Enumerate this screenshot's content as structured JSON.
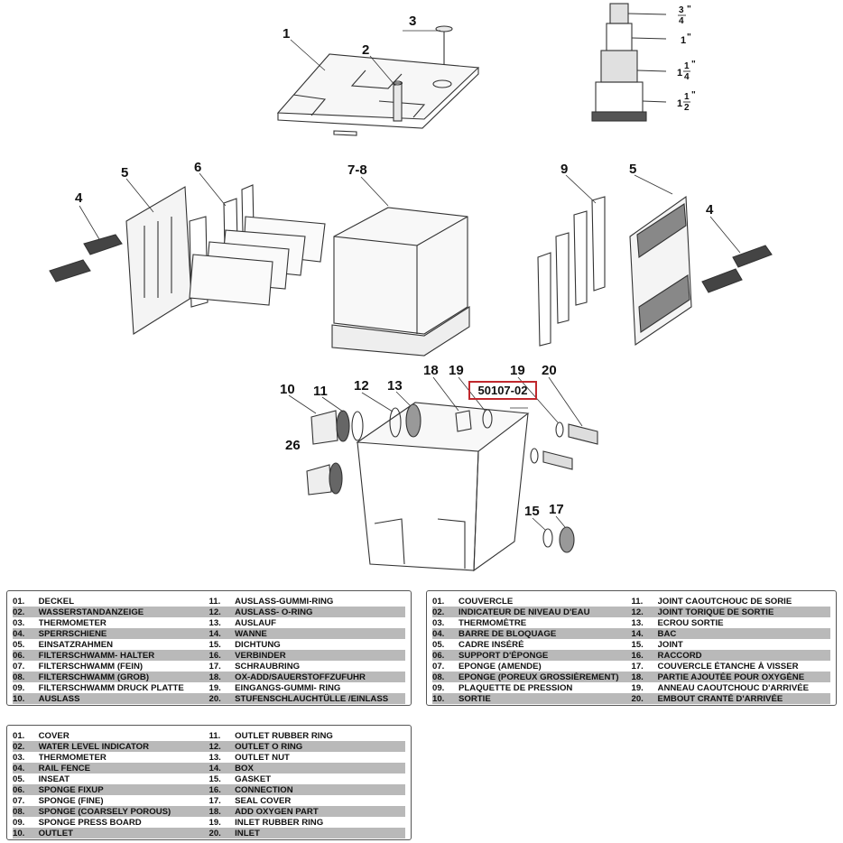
{
  "callouts": {
    "c1": "1",
    "c2": "2",
    "c3": "3",
    "c4a": "4",
    "c4b": "4",
    "c5a": "5",
    "c5b": "5",
    "c6": "6",
    "c78": "7-8",
    "c9": "9",
    "c10": "10",
    "c11": "11",
    "c12": "12",
    "c13": "13",
    "c15": "15",
    "c17": "17",
    "c18": "18",
    "c19a": "19",
    "c19b": "19",
    "c20": "20",
    "c26": "26"
  },
  "hose_sizes": [
    {
      "whole": "",
      "num": "3",
      "den": "4",
      "unit": "\""
    },
    {
      "whole": "1",
      "num": "",
      "den": "",
      "unit": "\""
    },
    {
      "whole": "1",
      "num": "1",
      "den": "4",
      "unit": "\""
    },
    {
      "whole": "1",
      "num": "1",
      "den": "2",
      "unit": "\""
    }
  ],
  "part_number": "50107-02",
  "legend_de": {
    "left": [
      {
        "num": "01.",
        "label": "DECKEL"
      },
      {
        "num": "02.",
        "label": "WASSERSTANDANZEIGE"
      },
      {
        "num": "03.",
        "label": "THERMOMETER"
      },
      {
        "num": "04.",
        "label": "SPERRSCHIENE"
      },
      {
        "num": "05.",
        "label": "EINSATZRAHMEN"
      },
      {
        "num": "06.",
        "label": "FILTERSCHWAMM- HALTER"
      },
      {
        "num": "07.",
        "label": "FILTERSCHWAMM (FEIN)"
      },
      {
        "num": "08.",
        "label": "FILTERSCHWAMM (GROB)"
      },
      {
        "num": "09.",
        "label": "FILTERSCHWAMM DRUCK PLATTE"
      },
      {
        "num": "10.",
        "label": "AUSLASS"
      }
    ],
    "right": [
      {
        "num": "11.",
        "label": "AUSLASS-GUMMI-RING"
      },
      {
        "num": "12.",
        "label": "AUSLASS- O-RING"
      },
      {
        "num": "13.",
        "label": "AUSLAUF"
      },
      {
        "num": "14.",
        "label": "WANNE"
      },
      {
        "num": "15.",
        "label": "DICHTUNG"
      },
      {
        "num": "16.",
        "label": "VERBINDER"
      },
      {
        "num": "17.",
        "label": "SCHRAUBRING"
      },
      {
        "num": "18.",
        "label": "OX-ADD/SAUERSTOFFZUFUHR"
      },
      {
        "num": "19.",
        "label": "EINGANGS-GUMMI- RING"
      },
      {
        "num": "20.",
        "label": "STUFENSCHLAUCHTÜLLE /EINLASS"
      }
    ]
  },
  "legend_fr": {
    "left": [
      {
        "num": "01.",
        "label": "COUVERCLE"
      },
      {
        "num": "02.",
        "label": "INDICATEUR DE NIVEAU D'EAU"
      },
      {
        "num": "03.",
        "label": "THERMOMÈTRE"
      },
      {
        "num": "04.",
        "label": "BARRE DE BLOQUAGE"
      },
      {
        "num": "05.",
        "label": "CADRE INSÉRÉ"
      },
      {
        "num": "06.",
        "label": "SUPPORT D'ÉPONGE"
      },
      {
        "num": "07.",
        "label": "EPONGE (AMENDE)"
      },
      {
        "num": "08.",
        "label": "EPONGE (POREUX GROSSIÈREMENT)"
      },
      {
        "num": "09.",
        "label": "PLAQUETTE DE PRESSION"
      },
      {
        "num": "10.",
        "label": "SORTIE"
      }
    ],
    "right": [
      {
        "num": "11.",
        "label": "JOINT CAOUTCHOUC DE SORIE"
      },
      {
        "num": "12.",
        "label": "JOINT TORIQUE DE SORTIE"
      },
      {
        "num": "13.",
        "label": "ECROU SORTIE"
      },
      {
        "num": "14.",
        "label": "BAC"
      },
      {
        "num": "15.",
        "label": "JOINT"
      },
      {
        "num": "16.",
        "label": "RACCORD"
      },
      {
        "num": "17.",
        "label": "COUVERCLE ÉTANCHE À VISSER"
      },
      {
        "num": "18.",
        "label": "PARTIE AJOUTÉE POUR OXYGÈNE"
      },
      {
        "num": "19.",
        "label": "ANNEAU CAOUTCHOUC D'ARRIVÉE"
      },
      {
        "num": "20.",
        "label": "EMBOUT CRANTÉ D'ARRIVÉE"
      }
    ]
  },
  "legend_en": {
    "left": [
      {
        "num": "01.",
        "label": "COVER"
      },
      {
        "num": "02.",
        "label": "WATER LEVEL INDICATOR"
      },
      {
        "num": "03.",
        "label": "THERMOMETER"
      },
      {
        "num": "04.",
        "label": "RAIL FENCE"
      },
      {
        "num": "05.",
        "label": "INSEAT"
      },
      {
        "num": "06.",
        "label": "SPONGE FIXUP"
      },
      {
        "num": "07.",
        "label": "SPONGE (FINE)"
      },
      {
        "num": "08.",
        "label": "SPONGE (COARSELY POROUS)"
      },
      {
        "num": "09.",
        "label": "SPONGE PRESS BOARD"
      },
      {
        "num": "10.",
        "label": "OUTLET"
      }
    ],
    "right": [
      {
        "num": "11.",
        "label": "OUTLET RUBBER RING"
      },
      {
        "num": "12.",
        "label": "OUTLET O RING"
      },
      {
        "num": "13.",
        "label": "OUTLET NUT"
      },
      {
        "num": "14.",
        "label": "BOX"
      },
      {
        "num": "15.",
        "label": "GASKET"
      },
      {
        "num": "16.",
        "label": "CONNECTION"
      },
      {
        "num": "17.",
        "label": "SEAL COVER"
      },
      {
        "num": "18.",
        "label": "ADD OXYGEN PART"
      },
      {
        "num": "19.",
        "label": "INLET RUBBER RING"
      },
      {
        "num": "20.",
        "label": "INLET"
      }
    ]
  }
}
